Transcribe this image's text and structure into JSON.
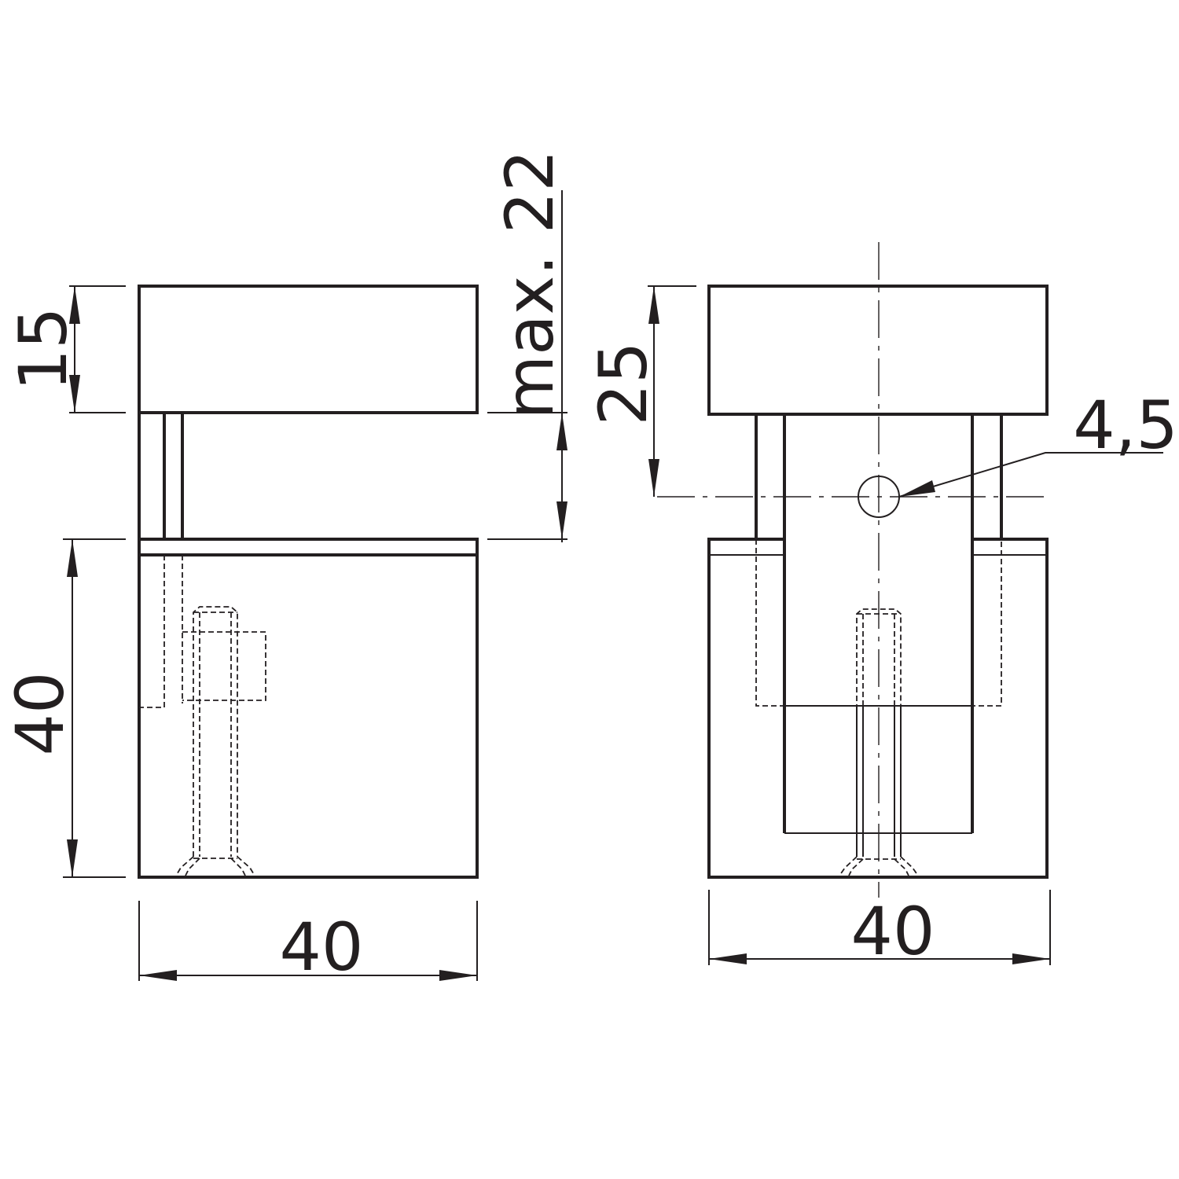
{
  "drawing": {
    "left_view": {
      "dim_top_height": "15",
      "dim_gap_max": "max. 22",
      "dim_body_height": "40",
      "dim_width": "40"
    },
    "right_view": {
      "dim_hole_height": "25",
      "dim_hole_diameter": "4,5",
      "dim_width": "40"
    },
    "colors": {
      "line": "#231f20",
      "background": "#ffffff"
    }
  }
}
